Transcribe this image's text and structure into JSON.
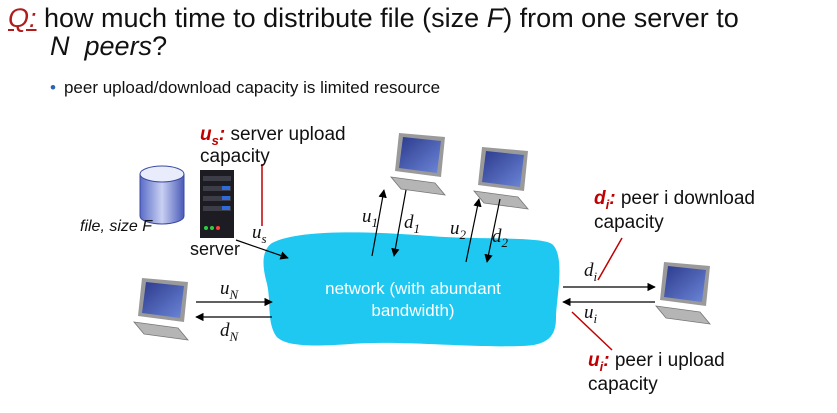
{
  "question": {
    "prefix": "Q:",
    "line1": " how much time to distribute file (size ",
    "var_f": "F",
    "line1_end": ") from one server to",
    "line2_var": "N",
    "line2_word": "peers",
    "line2_end": "?"
  },
  "bullet": "peer upload/download capacity is limited resource",
  "server_annotation": {
    "var": "u",
    "sub": "s",
    "colon": ":",
    "text1": "server upload",
    "text2": "capacity"
  },
  "file_label": "file, size F",
  "server_label": "server",
  "download_annotation": {
    "var": "d",
    "sub": "i",
    "colon": ":",
    "text1": "peer i download",
    "text2": "capacity"
  },
  "upload_annotation": {
    "var": "u",
    "sub": "i",
    "colon": ":",
    "text1": "peer i upload",
    "text2": "capacity"
  },
  "network": {
    "line1": "network (with abundant",
    "line2": "bandwidth)"
  },
  "links": {
    "us": {
      "var": "u",
      "sub": "s"
    },
    "u1": {
      "var": "u",
      "sub": "1"
    },
    "d1": {
      "var": "d",
      "sub": "1"
    },
    "u2": {
      "var": "u",
      "sub": "2"
    },
    "d2": {
      "var": "d",
      "sub": "2"
    },
    "uN": {
      "var": "u",
      "sub": "N"
    },
    "dN": {
      "var": "d",
      "sub": "N"
    },
    "di": {
      "var": "d",
      "sub": "i"
    },
    "ui": {
      "var": "u",
      "sub": "i"
    }
  },
  "colors": {
    "accent": "#c00000",
    "network": "#1ec8f0",
    "bullet": "#2a64b5"
  }
}
